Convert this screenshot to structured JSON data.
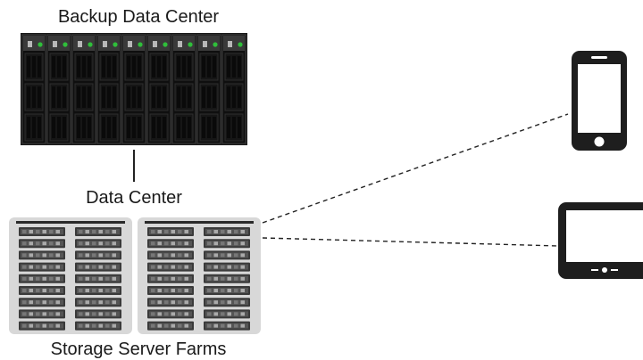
{
  "labels": {
    "backup_data_center": "Backup Data Center",
    "data_center": "Data Center",
    "storage_server_farms": "Storage Server Farms"
  },
  "colors": {
    "rack_body": "#1b1b1b",
    "rack_header": "#3a3a3a",
    "led_green": "#2fbf3a",
    "farm_panel": "#d8d8d8",
    "server_unit": "#3a3a3a",
    "device_body": "#1e1e1e",
    "link_line": "#222222"
  },
  "icons": [
    "server-rack-icon",
    "server-farm-icon",
    "smartphone-icon",
    "tablet-icon"
  ]
}
